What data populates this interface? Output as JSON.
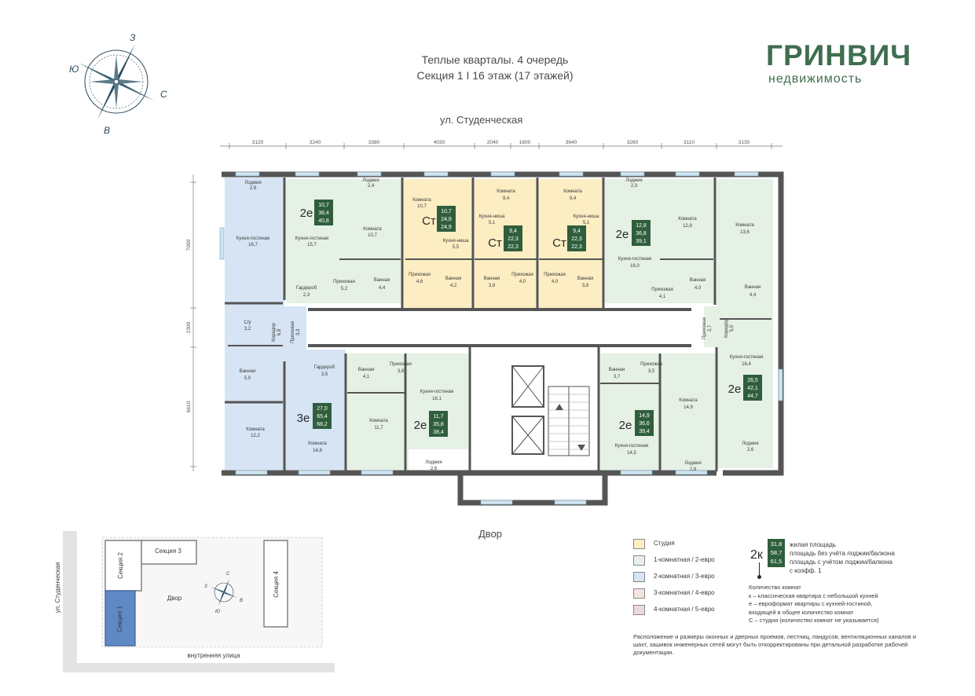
{
  "header": {
    "line1": "Теплые кварталы. 4 очередь",
    "line2": "Секция 1 I 16 этаж (17 этажей)"
  },
  "brand": {
    "name": "ГРИНВИЧ",
    "subtitle": "недвижимость"
  },
  "compass": {
    "n": "З",
    "e": "С",
    "s": "В",
    "w": "Ю"
  },
  "street_top": "ул. Студенческая",
  "yard_label": "Двор",
  "colors": {
    "studio": "#fcedc2",
    "one_room": "#e6f1e5",
    "two_room": "#d6e4f4",
    "three_room": "#f4e4dc",
    "four_room": "#ecd8dc",
    "wall": "#555555",
    "badge": "#2f5e3c",
    "brand": "#3f6e4f"
  },
  "dimensions": {
    "top": [
      "3120",
      "3240",
      "3380",
      "4030",
      "2040",
      "1600",
      "3640",
      "3260",
      "3110",
      "3130"
    ],
    "left": [
      "7090",
      "2300",
      "6610"
    ]
  },
  "rooms": {
    "r1": [
      "Лоджия",
      "2,9"
    ],
    "r2": [
      "Кухня-гостиная",
      "16,7"
    ],
    "r3": [
      "С/у",
      "3,2"
    ],
    "r4": [
      "Коридор",
      "6,8"
    ],
    "r5": [
      "Прихожая",
      "3,3"
    ],
    "r6": [
      "Ванная",
      "5,0"
    ],
    "r7": [
      "Комната",
      "12,2"
    ],
    "r8": [
      "Гардероб",
      "3,5"
    ],
    "r9": [
      "Комната",
      "14,8"
    ],
    "r10": [
      "Кухня-гостиная",
      "15,7"
    ],
    "r11": [
      "Гардероб",
      "2,3"
    ],
    "r12": [
      "Прихожая",
      "5,2"
    ],
    "r13": [
      "Ванная",
      "4,4"
    ],
    "r14": [
      "Лоджия",
      "2,4"
    ],
    "r15": [
      "Комната",
      "10,7"
    ],
    "r16": [
      "Комната",
      "10,7"
    ],
    "r17": [
      "Кухня-ниша",
      "5,5"
    ],
    "r18": [
      "Прихожая",
      "4,6"
    ],
    "r19": [
      "Ванная",
      "4,2"
    ],
    "r20": [
      "Комната",
      "9,4"
    ],
    "r21": [
      "Кухня-ниша",
      "5,1"
    ],
    "r22": [
      "Ванная",
      "3,8"
    ],
    "r23": [
      "Прихожая",
      "4,0"
    ],
    "r24": [
      "Комната",
      "9,4"
    ],
    "r25": [
      "Кухня-ниша",
      "5,1"
    ],
    "r26": [
      "Прихожая",
      "4,0"
    ],
    "r27": [
      "Ванная",
      "3,8"
    ],
    "r28": [
      "Лоджия",
      "2,3"
    ],
    "r29": [
      "Кухня-гостиная",
      "16,0"
    ],
    "r30": [
      "Прихожая",
      "4,1"
    ],
    "r31": [
      "Комната",
      "12,8"
    ],
    "r32": [
      "Ванная",
      "4,0"
    ],
    "r33": [
      "Комната",
      "13,6"
    ],
    "r34": [
      "Ванная",
      "4,4"
    ],
    "r35": [
      "Прихожая",
      "2,7"
    ],
    "r36": [
      "Коридор",
      "5,0"
    ],
    "r37": [
      "Кухня-гостиная",
      "16,4"
    ],
    "r38": [
      "Лоджия",
      "2,6"
    ],
    "r39": [
      "Ванная",
      "4,1"
    ],
    "r40": [
      "Прихожая",
      "3,8"
    ],
    "r41": [
      "Комната",
      "11,7"
    ],
    "r42": [
      "Кухня-гостиная",
      "16,1"
    ],
    "r43": [
      "Лоджия",
      "2,6"
    ],
    "r44": [
      "Ванная",
      "3,7"
    ],
    "r45": [
      "Прихожая",
      "3,5"
    ],
    "r46": [
      "Комната",
      "14,9"
    ],
    "r47": [
      "Кухня-гостиная",
      "14,5"
    ],
    "r48": [
      "Лоджия",
      "2,8"
    ]
  },
  "apartments": {
    "a1": {
      "type": "2е",
      "living": "10,7",
      "area": "38,4",
      "total": "40,8"
    },
    "a2": {
      "type": "Ст",
      "living": "10,7",
      "area": "24,9",
      "total": "24,9"
    },
    "a3": {
      "type": "Ст",
      "living": "9,4",
      "area": "22,3",
      "total": "22,3"
    },
    "a4": {
      "type": "Ст",
      "living": "9,4",
      "area": "22,3",
      "total": "22,3"
    },
    "a5": {
      "type": "2е",
      "living": "12,8",
      "area": "36,8",
      "total": "39,1"
    },
    "a6": {
      "type": "3е",
      "living": "27,0",
      "area": "65,4",
      "total": "68,2"
    },
    "a7": {
      "type": "2е",
      "living": "11,7",
      "area": "35,8",
      "total": "38,4"
    },
    "a8": {
      "type": "2е",
      "living": "14,9",
      "area": "36,6",
      "total": "39,4"
    },
    "a9": {
      "type": "2е",
      "living": "26,5",
      "area": "42,1",
      "total": "44,7"
    }
  },
  "site": {
    "street_left": "ул. Студенческая",
    "street_bottom": "внутренняя улица",
    "yard": "Двор",
    "sec1": "Секция 1",
    "sec2": "Секция 2",
    "sec3": "Секция 3",
    "sec4": "Секция 4",
    "compass": {
      "n": "С",
      "e": "В",
      "s": "Ю",
      "w": "З"
    }
  },
  "legend": [
    {
      "label": "Студия",
      "color": "#fcedc2"
    },
    {
      "label": "1-комнатная / 2-евро",
      "color": "#e6f1e5"
    },
    {
      "label": "2-комнатная / 3-евро",
      "color": "#d6e4f4"
    },
    {
      "label": "3-комнатная / 4-евро",
      "color": "#f4e4dc"
    },
    {
      "label": "4-комнатная / 5-евро",
      "color": "#ecd8dc"
    }
  ],
  "explain": {
    "type": "2к",
    "v1": "31,8",
    "v2": "58,7",
    "v3": "61,5",
    "t1": "жилая площадь",
    "t2": "площадь без учёта лоджии/балкона",
    "t3": "площадь с учётом лоджии/балкона",
    "t4": "с коэфф. 1"
  },
  "key": {
    "title": "Количество комнат",
    "k": "к – классическая квартира с небольшой кухней",
    "e": "е – евроформат квартиры с кухней-гостиной,",
    "e2": "входящей в общее количество комнат",
    "s": "С – студия (количество комнат не указывается)"
  },
  "note": "Расположение и размеры оконных и дверных проемов, лестниц, пандусов, вентиляционных каналов и шахт, зашивок инженерных сетей могут быть откорректированы при детальной разработке рабочей документации."
}
